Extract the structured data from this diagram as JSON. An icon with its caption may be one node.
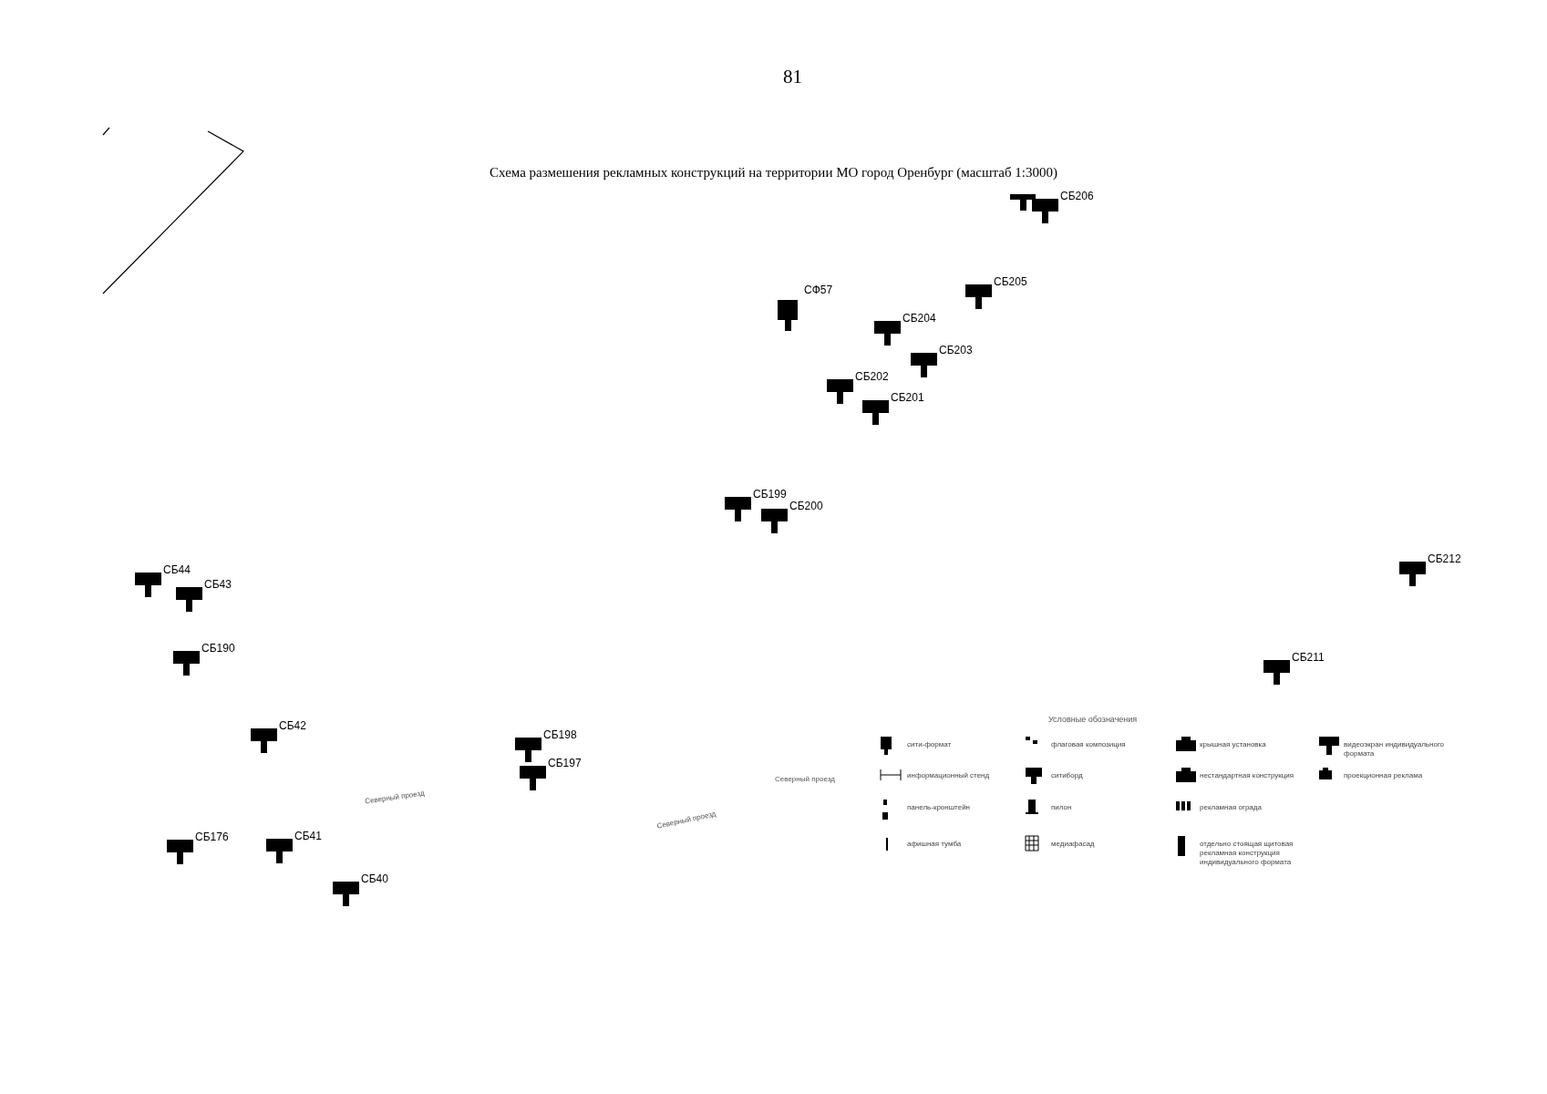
{
  "diagram": {
    "title": "Схема размешения рекламных конструкций на территории МО город Оренбург (масштаб 1:3000)",
    "labels": [
      "81",
      "СБ206",
      "СФ57",
      "СБ205",
      "СБ204",
      "СБ203",
      "СБ202",
      "СБ201",
      "СБ199",
      "СБ200",
      "СБ44",
      "СБ43",
      "СБ190",
      "СБ42",
      "СБ198",
      "СБ197",
      "СБ176",
      "СБ41",
      "СБ40",
      "СБ212",
      "СБ211",
      "Северный проезд",
      "Северный проезд",
      "Северный проезд",
      "Условные обозначения"
    ],
    "legend": [
      {
        "text": "сити-формат"
      },
      {
        "text": "информационный стенд"
      },
      {
        "text": "панель-кронштейн"
      },
      {
        "text": "афишная тумба"
      },
      {
        "text": "флаговая композиция"
      },
      {
        "text": "ситиборд"
      },
      {
        "text": "пилон"
      },
      {
        "text": "медиафасад"
      },
      {
        "text": "крышная установка"
      },
      {
        "text": "нестандартная конструкция"
      },
      {
        "text": "рекламная ограда"
      },
      {
        "text": "отдельно стоящая щитовая рекламная конструкция индивидуального формата"
      },
      {
        "text": "видеоэкран индивидуального формата"
      },
      {
        "text": "проекционная реклама"
      }
    ]
  }
}
